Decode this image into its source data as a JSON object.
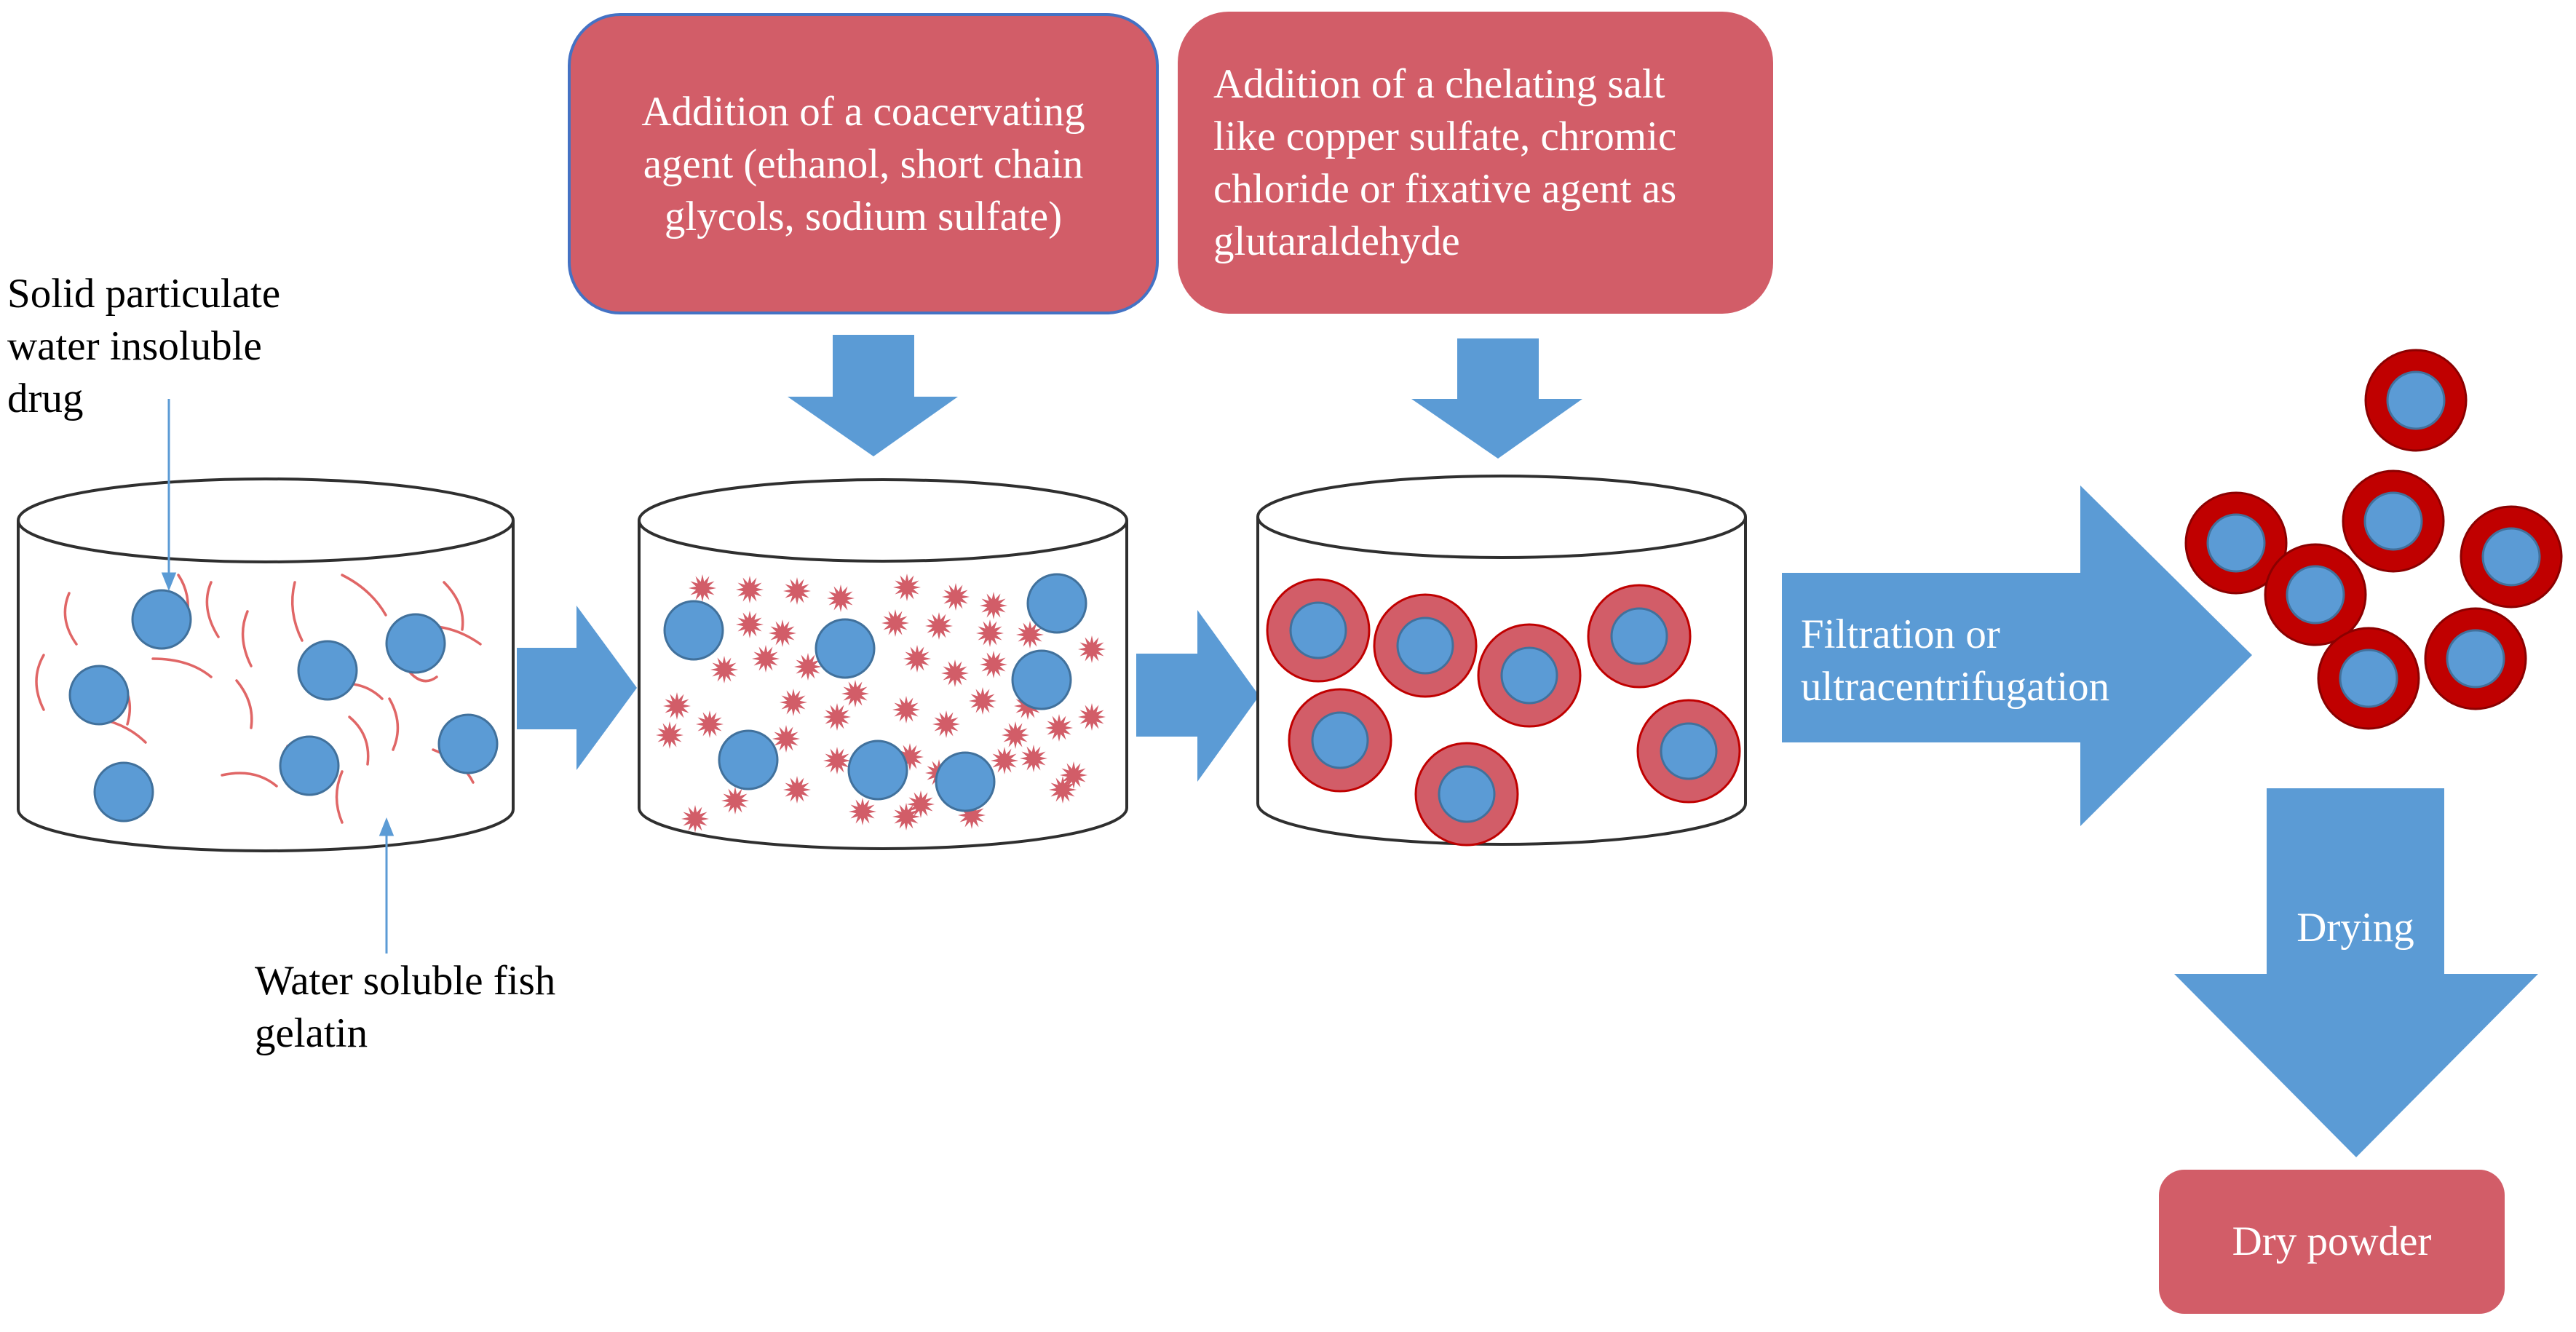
{
  "colors": {
    "blue": "#5B9BD5",
    "box_red": "#D25D68",
    "shell_dark_red": "#C00000",
    "outline": "#2f2f2f"
  },
  "labels": {
    "drug_label": [
      "Solid particulate",
      "water insoluble",
      "drug"
    ],
    "gelatin_label": [
      "Water soluble fish",
      "gelatin"
    ],
    "filtration_label": [
      "Filtration or",
      "ultracentrifugation"
    ],
    "drying_label": "Drying"
  },
  "boxes": {
    "coacervating": [
      "Addition of a coacervating",
      "agent (ethanol, short chain",
      "glycols, sodium sulfate)"
    ],
    "chelating": [
      "Addition of a chelating salt",
      "like copper sulfate, chromic",
      "chloride or fixative agent as",
      "glutaraldehyde"
    ],
    "dry_powder": "Dry powder"
  },
  "icons": [
    "beaker-icon",
    "drug-particle-icon",
    "gelatin-fiber-icon",
    "coacervate-icon",
    "microcapsule-icon",
    "process-arrow-icon"
  ]
}
